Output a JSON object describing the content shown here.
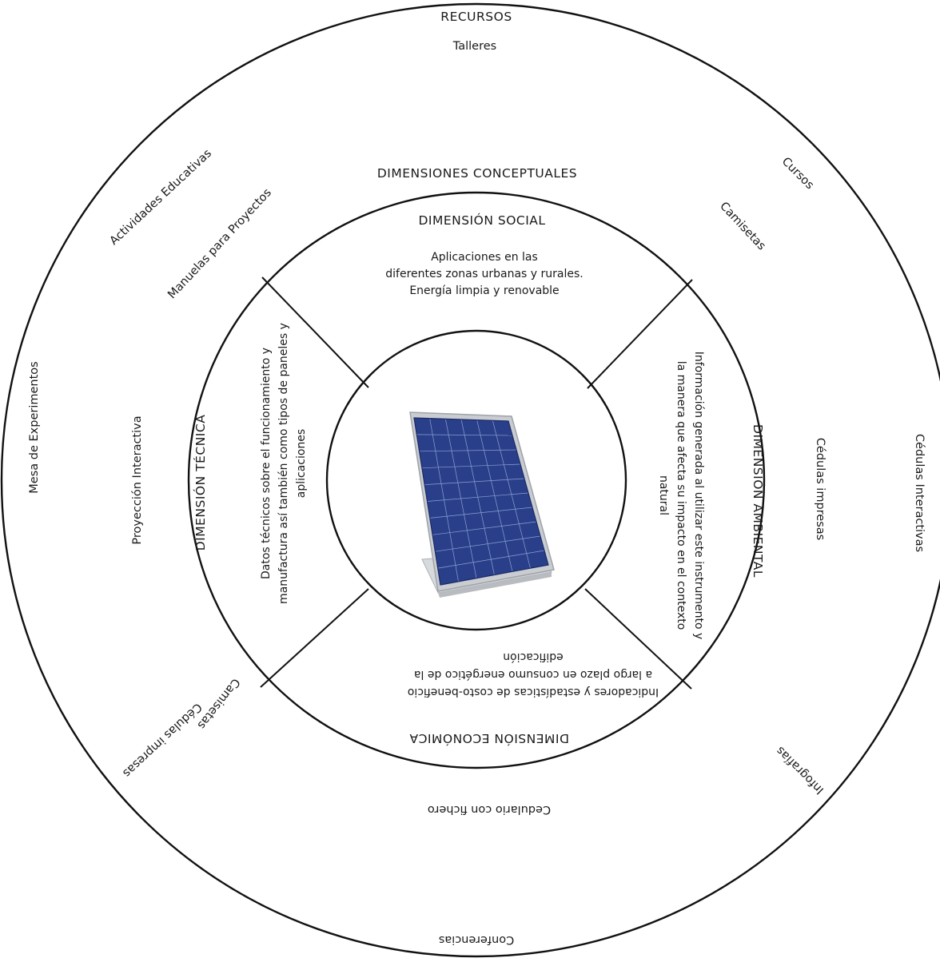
{
  "colors": {
    "line": "#111111",
    "text": "#1a1a1a",
    "panel_cell": "#2a3f8a",
    "panel_frame": "#c9ccd0"
  },
  "outer_ring": {
    "title": "RECURSOS",
    "items": {
      "talleres": "Talleres",
      "cursos": "Cursos",
      "actividades": "Actividades Educativas",
      "mesa": "Mesa de Experimentos",
      "celulas_interactivas": "Cédulas Interactivas",
      "infografias": "Infografías",
      "conferencias": "Conferencias",
      "cedulas_impresas": "Cédulas impresas"
    }
  },
  "middle_ring": {
    "title": "DIMENSIONES CONCEPTUALES",
    "items": {
      "manuelas": "Manuelas para Proyectos",
      "camisetas_top": "Camisetas",
      "proyeccion": "Proyección Interactiva",
      "cedulas_impresas_right": "Cédulas impresas",
      "camisetas_bottom": "Camisetas",
      "cedulario": "Cedulario con fichero"
    }
  },
  "quadrants": {
    "social": {
      "title": "DIMENSIÓN SOCIAL",
      "lines": [
        "Aplicaciones en las",
        "diferentes zonas urbanas y rurales.",
        "Energía limpia y renovable"
      ]
    },
    "tecnica": {
      "title": "DIMENSIÓN TÉCNICA",
      "lines": [
        "Datos técnicos sobre el funcionamiento y",
        "manufactura así también como tipos de paneles y",
        "aplicaciones"
      ]
    },
    "ambiental": {
      "title": "DIMENSIÓN AMBIENTAL",
      "lines": [
        "Información generada al utilizar este instrumento y",
        "la manera que afecta su impacto en el contexto",
        "natural"
      ]
    },
    "economica": {
      "title": "DIMENSIÓN ECONÓMICA",
      "lines": [
        "Indicadores y estadísticas de costo-beneficio",
        "a largo plazo en consumo energético de la",
        "edificación"
      ]
    }
  },
  "center": {
    "icon": "solar-panel-icon"
  }
}
